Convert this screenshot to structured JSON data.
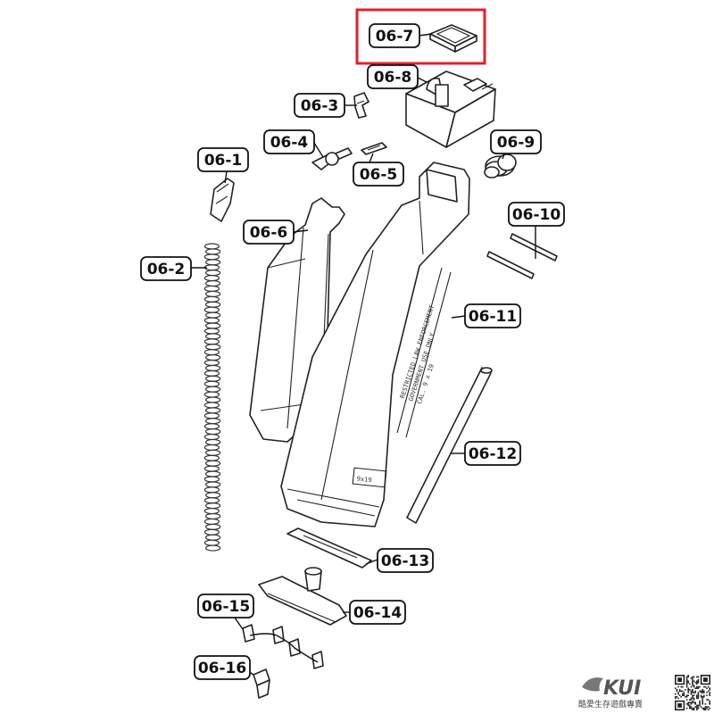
{
  "labels": {
    "p06_1": "06-1",
    "p06_2": "06-2",
    "p06_3": "06-3",
    "p06_4": "06-4",
    "p06_5": "06-5",
    "p06_6": "06-6",
    "p06_7": "06-7",
    "p06_8": "06-8",
    "p06_9": "06-9",
    "p06_10": "06-10",
    "p06_11": "06-11",
    "p06_12": "06-12",
    "p06_13": "06-13",
    "p06_14": "06-14",
    "p06_15": "06-15",
    "p06_16": "06-16"
  },
  "magazine_marking": "9x19",
  "brand": {
    "name": "KUI",
    "slogan": "酷愛生存遊戲專賣"
  },
  "highlight": {
    "target": "06-7",
    "color": "#e0202a"
  },
  "colors": {
    "line": "#222222",
    "background": "#ffffff"
  }
}
